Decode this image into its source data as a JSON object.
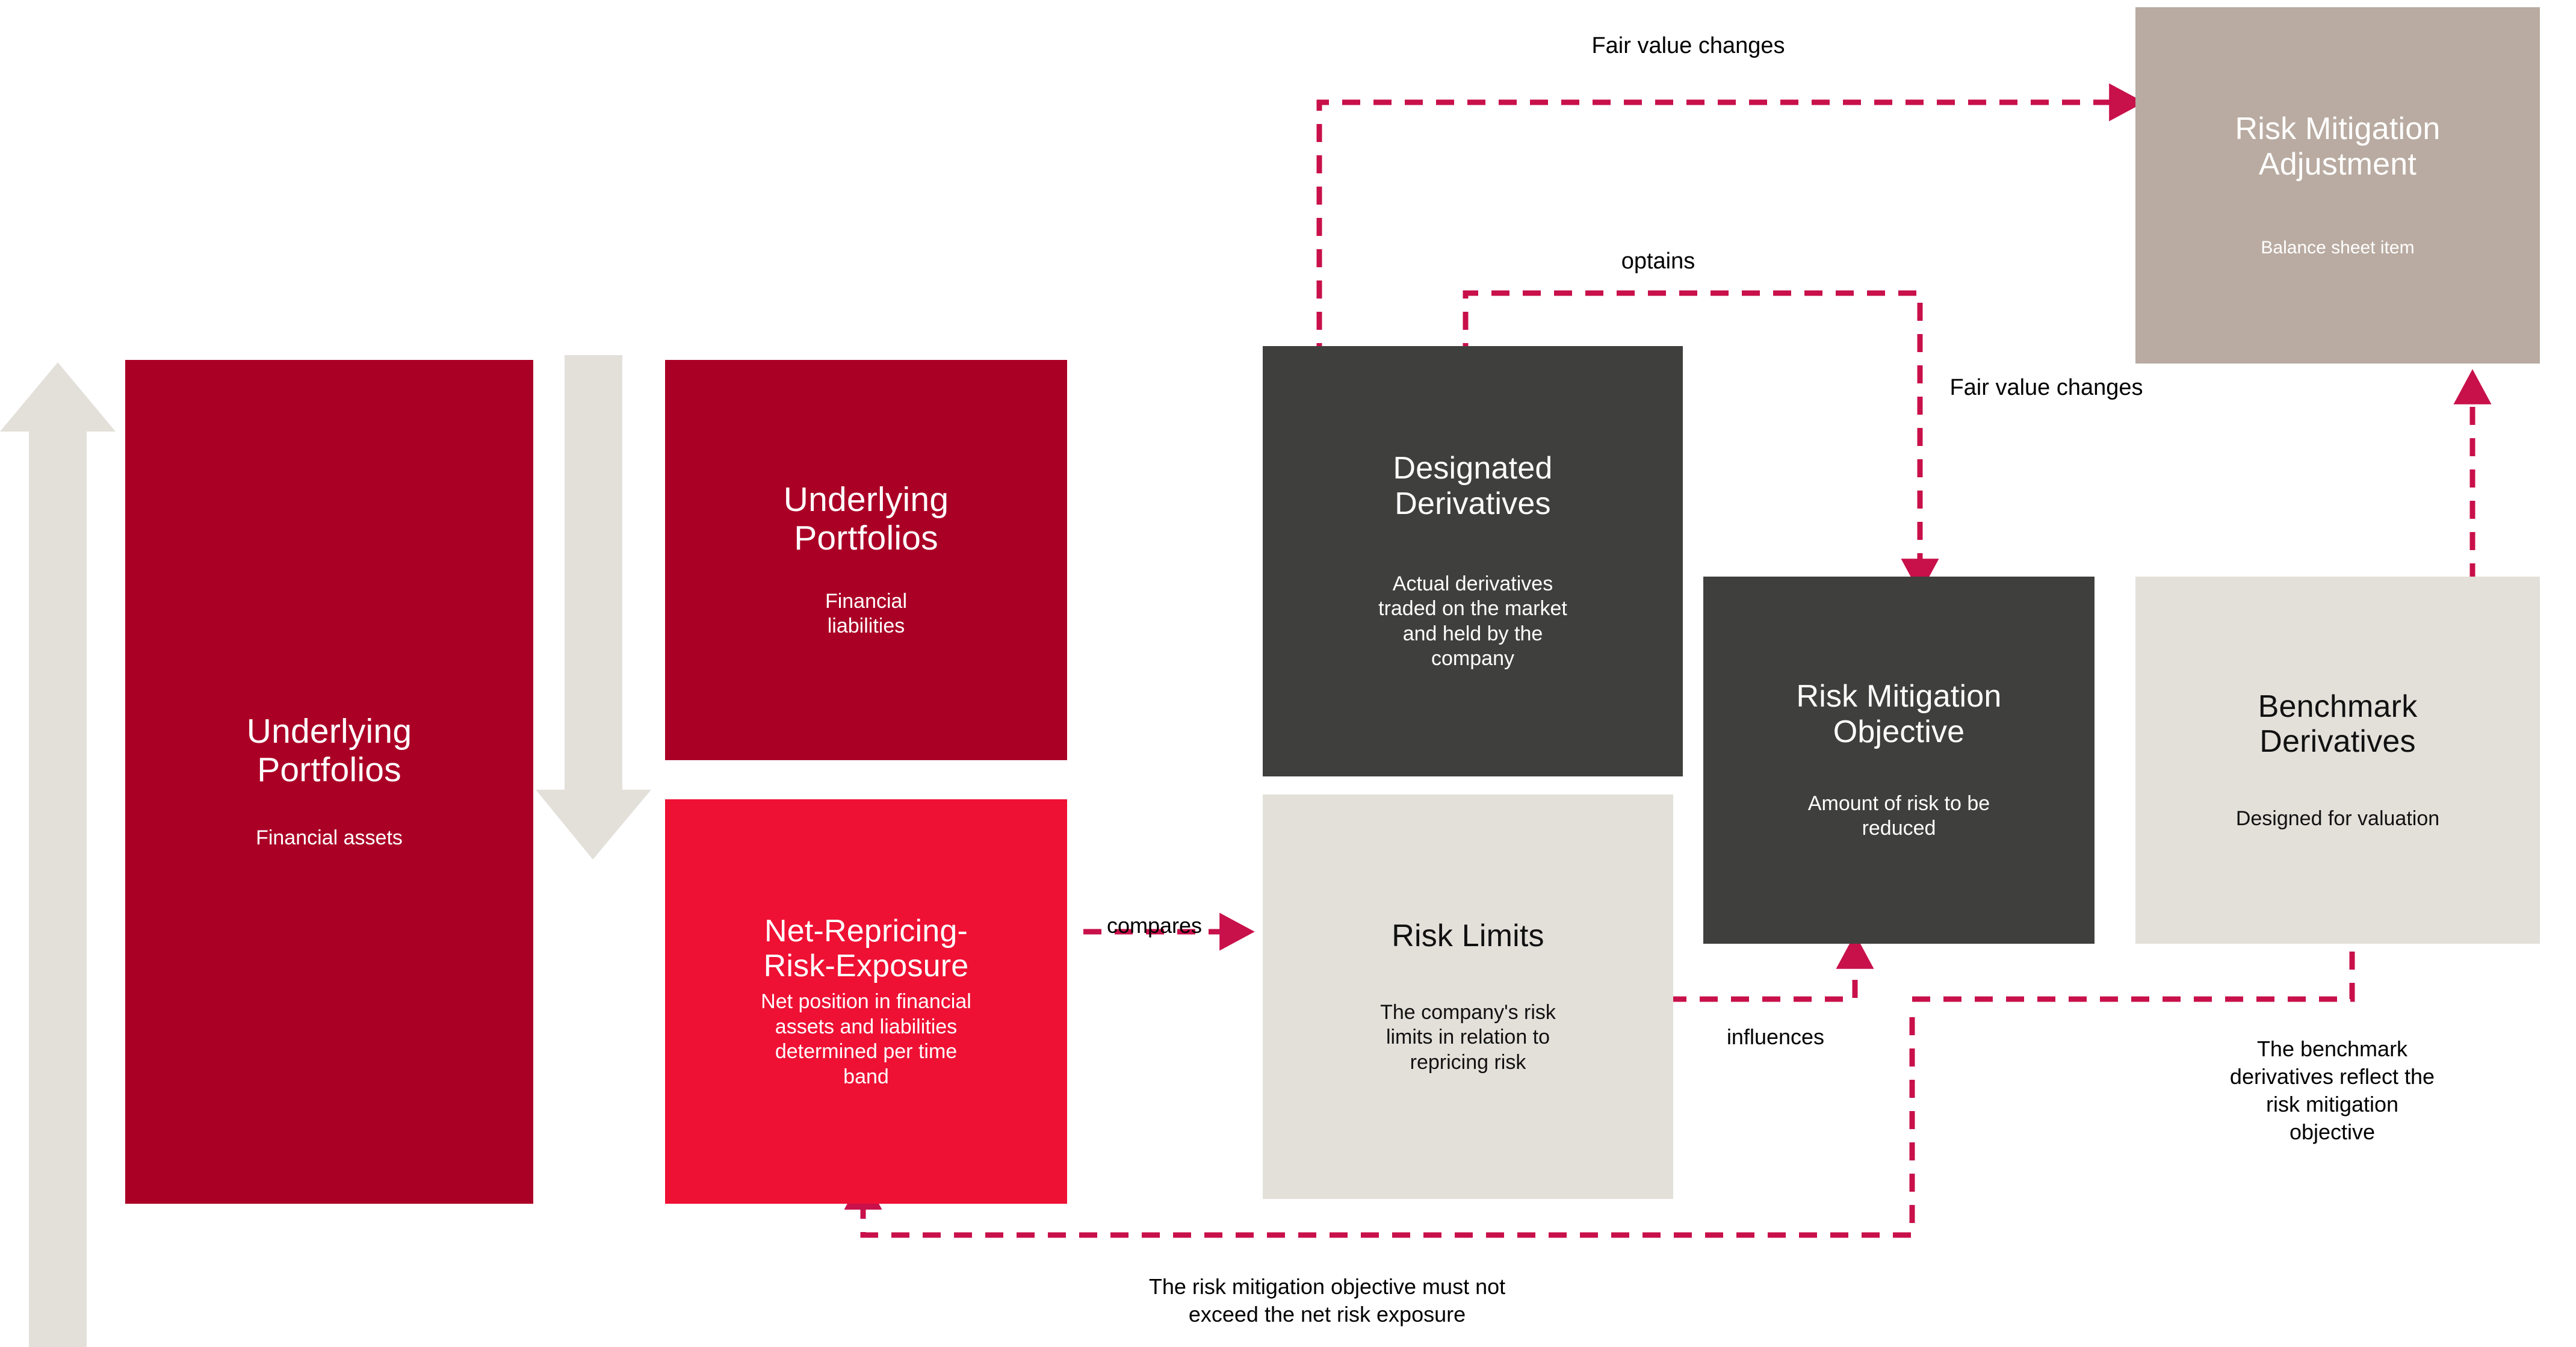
{
  "diagram": {
    "type": "flow-diagram",
    "palette": {
      "crimson": "#AB0026",
      "red": "#EE1134",
      "dark_gray": "#3F3F3E",
      "taupe": "#B9ABA1",
      "light_gray": "#E3E0DA",
      "connector_red": "#C8104A",
      "arrow_gray": "#E3E0DA",
      "text_dark": "#000000",
      "text_light": "#FFFFFF"
    },
    "boxes": [
      {
        "id": "underlying-portfolios-assets",
        "title": "Underlying\nPortfolios",
        "subtitle": "Financial assets",
        "variant": "crimson"
      },
      {
        "id": "underlying-portfolios-liabilities",
        "title": "Underlying\nPortfolios",
        "subtitle": "Financial\nliabilities",
        "variant": "crimson"
      },
      {
        "id": "net-repricing-risk-exposure",
        "title": "Net-Repricing-\nRisk-Exposure",
        "subtitle": "Net position in financial\nassets and liabilities\ndetermined per time\nband",
        "variant": "red"
      },
      {
        "id": "designated-derivatives",
        "title": "Designated\nDerivatives",
        "subtitle": "Actual derivatives\ntraded on the market\nand held by the\ncompany",
        "variant": "dark"
      },
      {
        "id": "risk-limits",
        "title": "Risk Limits",
        "subtitle": "The company's risk\nlimits in relation to\nrepricing risk",
        "variant": "light"
      },
      {
        "id": "risk-mitigation-objective",
        "title": "Risk Mitigation\nObjective",
        "subtitle": "Amount of risk to be\nreduced",
        "variant": "dark"
      },
      {
        "id": "risk-mitigation-adjustment",
        "title": "Risk Mitigation\nAdjustment",
        "subtitle": "Balance sheet item",
        "variant": "taupe"
      },
      {
        "id": "benchmark-derivatives",
        "title": "Benchmark\nDerivatives",
        "subtitle": "Designed for valuation",
        "variant": "light"
      }
    ],
    "connector_labels": [
      {
        "id": "fair-value-changes-top",
        "text": "Fair value changes"
      },
      {
        "id": "optains",
        "text": "optains"
      },
      {
        "id": "fair-value-changes-right",
        "text": "Fair value changes"
      },
      {
        "id": "compares",
        "text": "compares"
      },
      {
        "id": "influences",
        "text": "influences"
      },
      {
        "id": "benchmark-note",
        "text": "The benchmark\nderivatives reflect the\nrisk mitigation\nobjective"
      },
      {
        "id": "exposure-note",
        "text": "The risk mitigation objective must not\nexceed the net risk exposure"
      }
    ],
    "flow_arrows": [
      {
        "id": "assets-up-arrow",
        "direction": "up",
        "color": "#E3E0DA"
      },
      {
        "id": "liabilities-down-arrow",
        "direction": "down",
        "color": "#E3E0DA"
      }
    ]
  }
}
